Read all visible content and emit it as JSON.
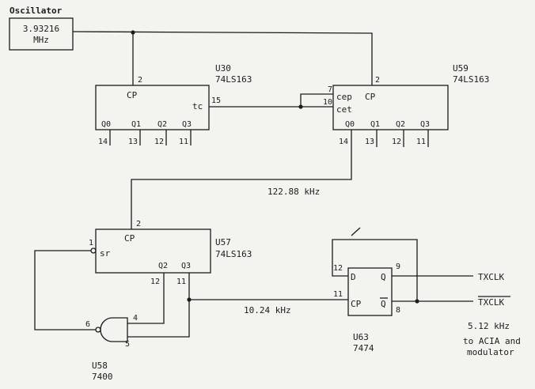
{
  "oscillator": {
    "title": "Oscillator",
    "freq": "3.93216",
    "unit": "MHz"
  },
  "u30": {
    "name": "U30",
    "part": "74LS163",
    "cp_pin": "2",
    "cp": "CP",
    "tc": "tc",
    "tc_pin": "15",
    "outputs": [
      {
        "label": "Q0",
        "pin": "14"
      },
      {
        "label": "Q1",
        "pin": "13"
      },
      {
        "label": "Q2",
        "pin": "12"
      },
      {
        "label": "Q3",
        "pin": "11"
      }
    ]
  },
  "u59": {
    "name": "U59",
    "part": "74LS163",
    "cep": "cep",
    "cep_pin": "7",
    "cet": "cet",
    "cet_pin": "10",
    "cp": "CP",
    "cp_pin": "2",
    "outputs": [
      {
        "label": "Q0",
        "pin": "14"
      },
      {
        "label": "Q1",
        "pin": "13"
      },
      {
        "label": "Q2",
        "pin": "12"
      },
      {
        "label": "Q3",
        "pin": "11"
      }
    ]
  },
  "freq_12288": "122.88 kHz",
  "u57": {
    "name": "U57",
    "part": "74LS163",
    "cp": "CP",
    "cp_pin": "2",
    "sr": "sr",
    "sr_pin": "1",
    "q2": "Q2",
    "q2_pin": "12",
    "q3": "Q3",
    "q3_pin": "11"
  },
  "u58": {
    "name": "U58",
    "part": "7400",
    "in1_pin": "4",
    "in2_pin": "5",
    "out_pin": "6"
  },
  "freq_1024": "10.24 kHz",
  "u63": {
    "name": "U63",
    "part": "7474",
    "d": "D",
    "d_pin": "12",
    "cp": "CP",
    "cp_pin": "11",
    "q": "Q",
    "q_pin": "9",
    "qbar": "Q",
    "qbar_pin": "8"
  },
  "outputs": {
    "txclk": "TXCLK",
    "txclk_bar": "TXCLK"
  },
  "note": {
    "freq": "5.12 kHz",
    "line1": "to ACIA and",
    "line2": "modulator"
  }
}
